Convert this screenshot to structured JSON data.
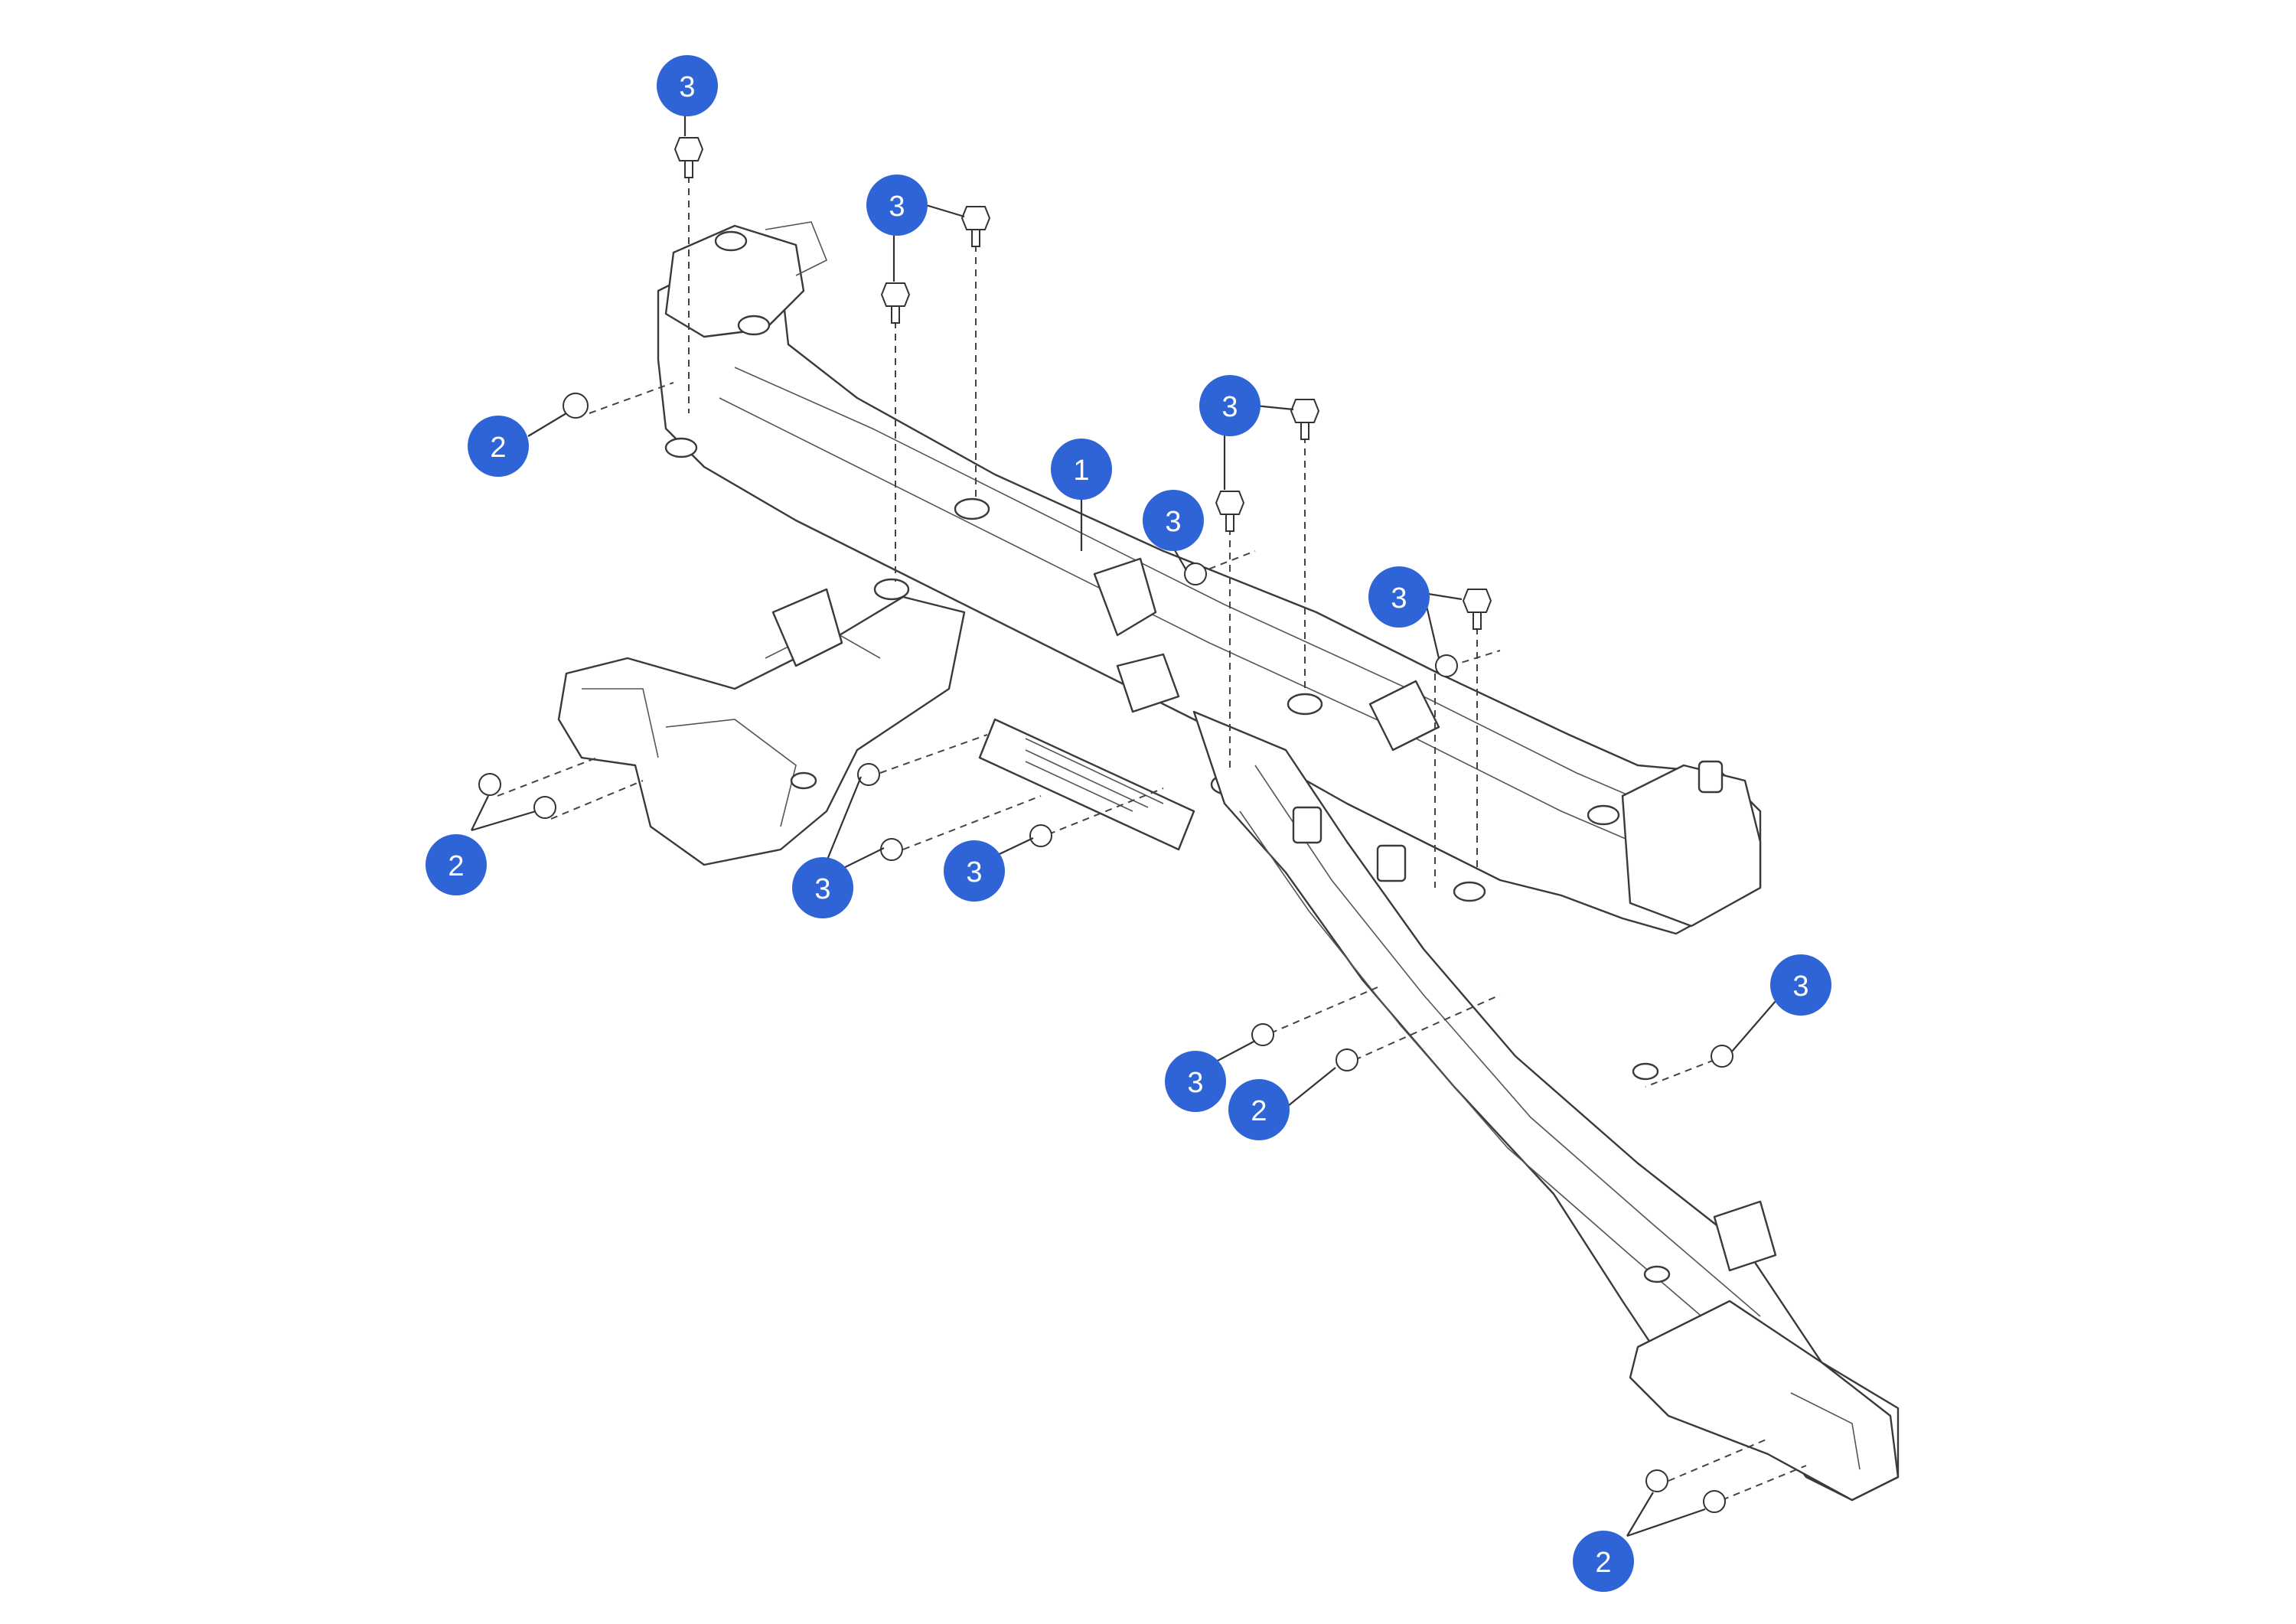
{
  "palette": {
    "callout_fill": "#2f64d6",
    "callout_text": "#ffffff",
    "line": "#333333"
  },
  "callouts": [
    {
      "id": "c1",
      "label": "1"
    },
    {
      "id": "c2a",
      "label": "2"
    },
    {
      "id": "c2b",
      "label": "2"
    },
    {
      "id": "c2c",
      "label": "2"
    },
    {
      "id": "c2d",
      "label": "2"
    },
    {
      "id": "c3a",
      "label": "3"
    },
    {
      "id": "c3b",
      "label": "3"
    },
    {
      "id": "c3c",
      "label": "3"
    },
    {
      "id": "c3d",
      "label": "3"
    },
    {
      "id": "c3e",
      "label": "3"
    },
    {
      "id": "c3f",
      "label": "3"
    },
    {
      "id": "c3g",
      "label": "3"
    },
    {
      "id": "c3h",
      "label": "3"
    },
    {
      "id": "c3i",
      "label": "3"
    }
  ]
}
